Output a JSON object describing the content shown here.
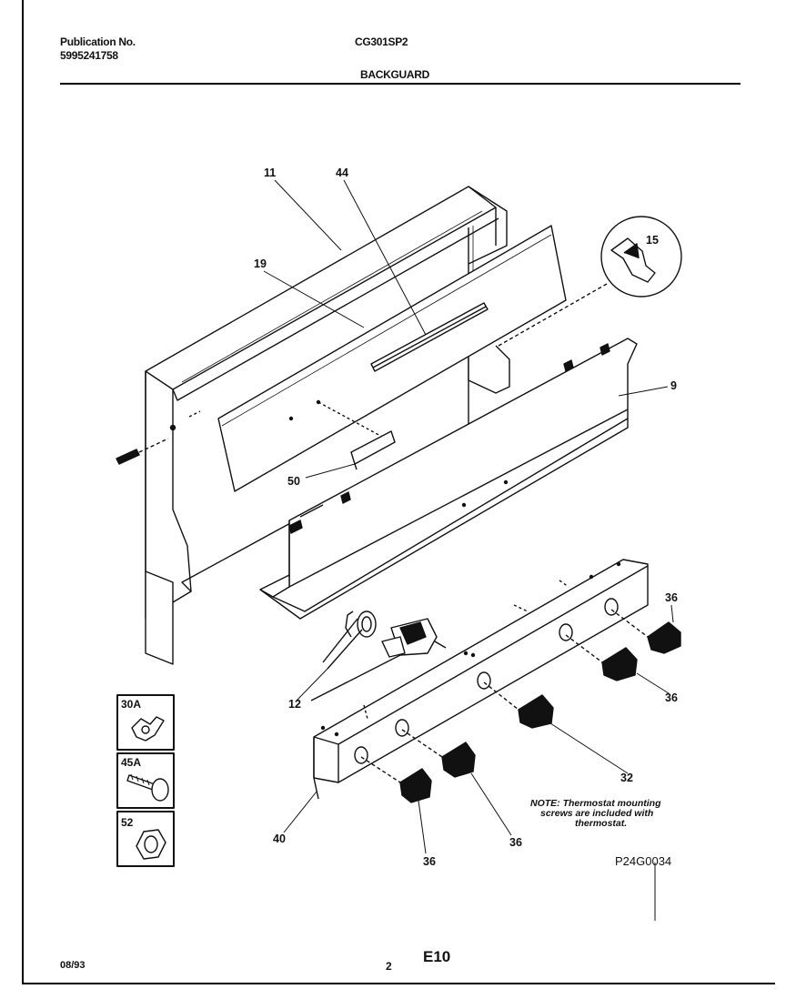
{
  "header": {
    "publication_label": "Publication No.",
    "publication_number": "5995241758",
    "model": "CG301SP2",
    "section_title": "BACKGUARD"
  },
  "callouts": {
    "c11": "11",
    "c44": "44",
    "c19": "19",
    "c15": "15",
    "c9": "9",
    "c50": "50",
    "c12": "12",
    "c36a": "36",
    "c36b": "36",
    "c32": "32",
    "c36c": "36",
    "c36d": "36",
    "c40": "40"
  },
  "insets": [
    {
      "label": "30A",
      "icon": "wing-nut-icon"
    },
    {
      "label": "45A",
      "icon": "bolt-icon"
    },
    {
      "label": "52",
      "icon": "hex-nut-icon"
    }
  ],
  "note": {
    "line1": "NOTE: Thermostat mounting",
    "line2": "screws are included with",
    "line3": "thermostat."
  },
  "diagram_code": "P24G0034",
  "footer": {
    "date": "08/93",
    "page": "2",
    "code": "E10"
  }
}
